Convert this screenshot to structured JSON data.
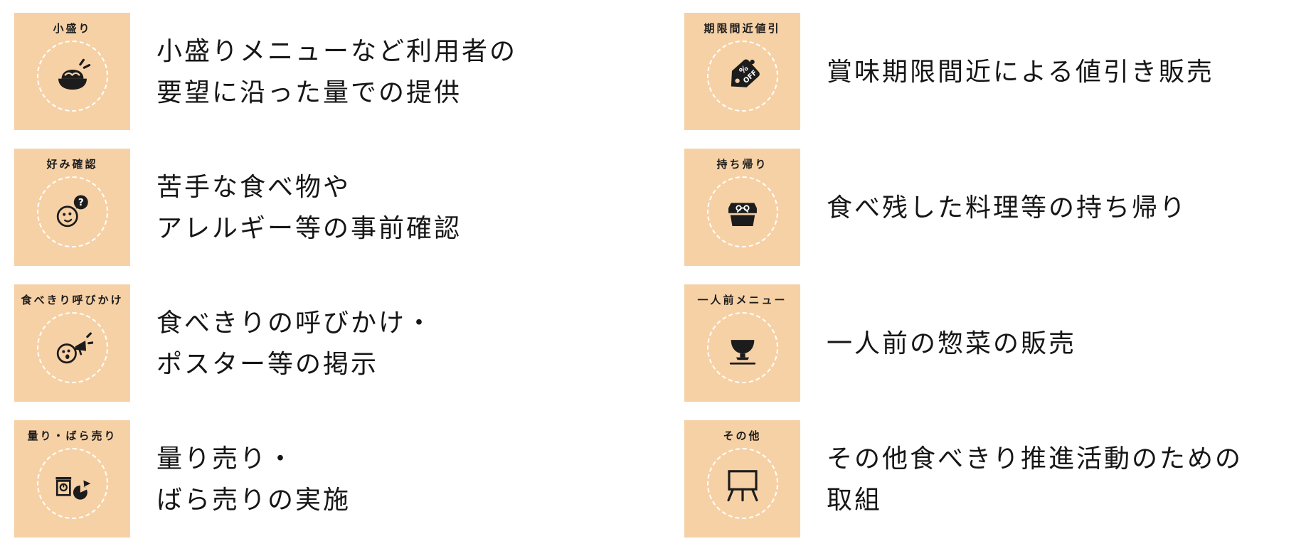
{
  "page": {
    "background": "#ffffff",
    "tile_color": "#f7d1a6",
    "icon_color": "#1c1c1c",
    "circle_dash_color": "#ffffff",
    "text_color": "#161616"
  },
  "items": [
    {
      "badge": "小盛り",
      "icon": "noodle-plate-icon",
      "line1": "小盛りメニューなど利用者の",
      "line2": "要望に沿った量での提供"
    },
    {
      "badge": "好み確認",
      "icon": "face-question-icon",
      "line1": "苦手な食べ物や",
      "line2": "アレルギー等の事前確認"
    },
    {
      "badge": "食べきり呼びかけ",
      "icon": "face-megaphone-icon",
      "line1": "食べきりの呼びかけ・",
      "line2": "ポスター等の掲示"
    },
    {
      "badge": "量り・ばら売り",
      "icon": "scale-pie-icon",
      "line1": "量り売り・",
      "line2": "ばら売りの実施"
    },
    {
      "badge": "期限間近値引",
      "icon": "discount-tag-icon",
      "line1": "賞味期限間近による値引き販売",
      "line2": ""
    },
    {
      "badge": "持ち帰り",
      "icon": "takeout-box-icon",
      "line1": "食べ残した料理等の持ち帰り",
      "line2": ""
    },
    {
      "badge": "一人前メニュー",
      "icon": "bowl-chopsticks-icon",
      "line1": "一人前の惣菜の販売",
      "line2": ""
    },
    {
      "badge": "その他",
      "icon": "easel-board-icon",
      "line1": "その他食べきり推進活動のための",
      "line2": "取組"
    }
  ],
  "tag_text": {
    "percent": "%",
    "off": "OFF"
  },
  "bubble_text": {
    "question": "?"
  }
}
